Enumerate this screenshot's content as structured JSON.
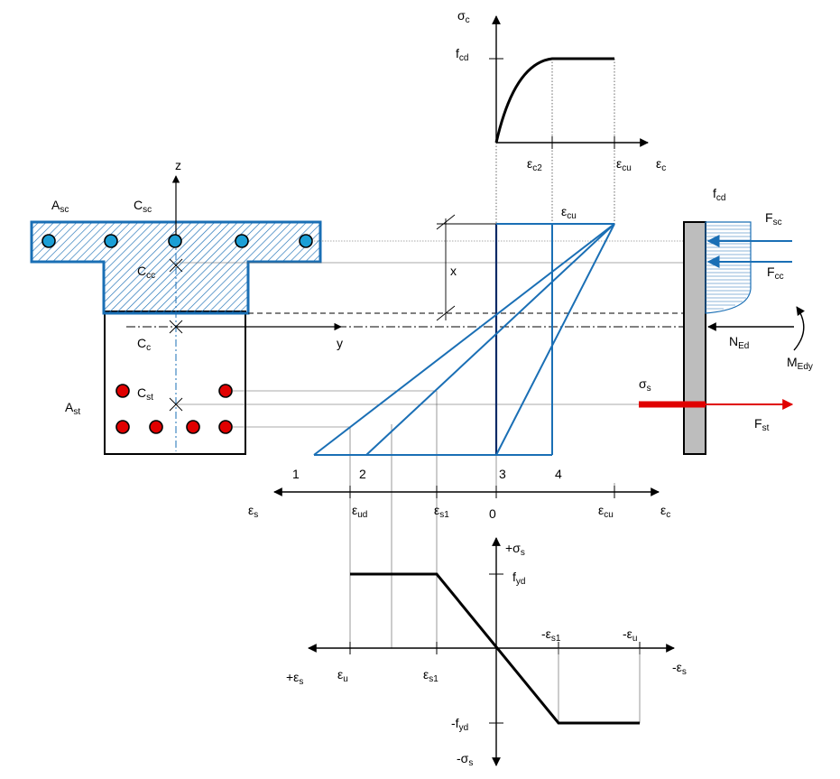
{
  "section": {
    "asc": {
      "main": "A",
      "sub": "sc"
    },
    "csc": {
      "main": "C",
      "sub": "sc"
    },
    "ccc": {
      "main": "C",
      "sub": "cc"
    },
    "cc": {
      "main": "C",
      "sub": "c"
    },
    "cst": {
      "main": "C",
      "sub": "st"
    },
    "ast": {
      "main": "A",
      "sub": "st"
    },
    "z": "z",
    "y": "y",
    "colors": {
      "compression": "#1a6fb5",
      "tension_bar": "#e00000",
      "compression_bar": "#1b9fd6"
    }
  },
  "strain": {
    "x": "x",
    "ecu_top": {
      "main": "ε",
      "sub": "cu"
    },
    "lines": [
      "1",
      "2",
      "3",
      "4"
    ],
    "axis": {
      "es": {
        "main": "ε",
        "sub": "s"
      },
      "eud": {
        "main": "ε",
        "sub": "ud"
      },
      "es1": {
        "main": "ε",
        "sub": "s1"
      },
      "zero": "0",
      "ecu": {
        "main": "ε",
        "sub": "cu"
      },
      "ec": {
        "main": "ε",
        "sub": "c"
      }
    }
  },
  "concrete_law": {
    "sc": {
      "main": "σ",
      "sub": "c"
    },
    "fcd": {
      "main": "f",
      "sub": "cd"
    },
    "ec2": {
      "main": "ε",
      "sub": "c2"
    },
    "ecu": {
      "main": "ε",
      "sub": "cu"
    },
    "ec": {
      "main": "ε",
      "sub": "c"
    }
  },
  "forces": {
    "fcd": {
      "main": "f",
      "sub": "cd"
    },
    "fsc": {
      "main": "F",
      "sub": "sc"
    },
    "fcc": {
      "main": "F",
      "sub": "cc"
    },
    "ned": {
      "main": "N",
      "sub": "Ed"
    },
    "medy": {
      "main": "M",
      "sub": "Edy"
    },
    "ss": {
      "main": "σ",
      "sub": "s"
    },
    "fst": {
      "main": "F",
      "sub": "st"
    }
  },
  "steel_law": {
    "plus_ss": {
      "main": "+σ",
      "sub": "s"
    },
    "fyd": {
      "main": "f",
      "sub": "yd"
    },
    "minus_es1": {
      "main": "-ε",
      "sub": "s1"
    },
    "minus_eu": {
      "main": "-ε",
      "sub": "u"
    },
    "minus_es": {
      "main": "-ε",
      "sub": "s"
    },
    "plus_es": {
      "main": "+ε",
      "sub": "s"
    },
    "eu": {
      "main": "ε",
      "sub": "u"
    },
    "es1": {
      "main": "ε",
      "sub": "s1"
    },
    "minus_fyd": {
      "main": "-f",
      "sub": "yd"
    },
    "minus_ss": {
      "main": "-σ",
      "sub": "s"
    }
  }
}
